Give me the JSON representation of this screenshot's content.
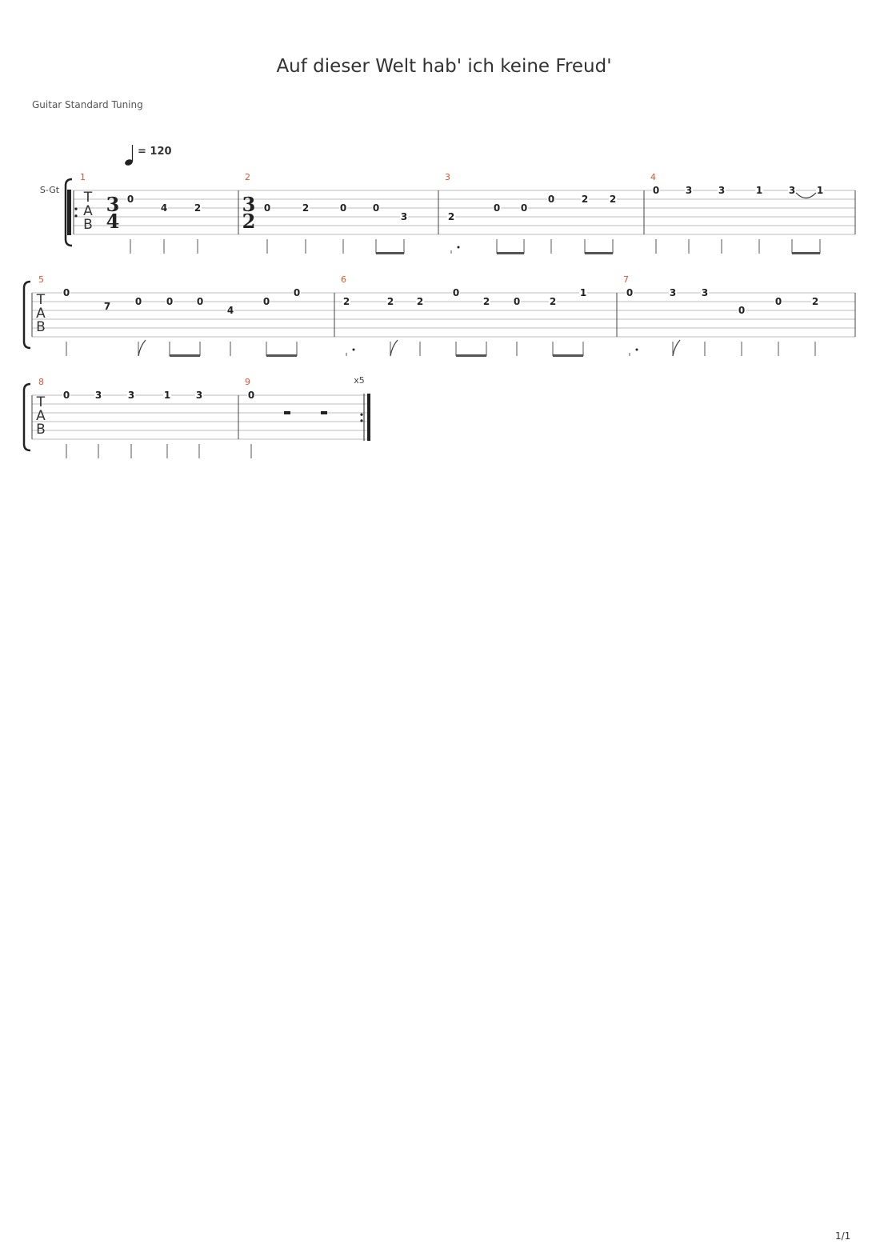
{
  "title": "Auf dieser Welt hab' ich keine Freud'",
  "tuning": "Guitar Standard Tuning",
  "page": "1/1",
  "track_label": "S-Gt",
  "tempo": {
    "symbol": "quarter-note",
    "text": "= 120"
  },
  "tab_clef": [
    "T",
    "A",
    "B"
  ],
  "repeat_count": "x5",
  "measures": [
    {
      "number": "1",
      "time_signature": [
        "3",
        "4"
      ],
      "notes": [
        {
          "fret": "0",
          "string": 2,
          "dur": "quarter"
        },
        {
          "fret": "4",
          "string": 3,
          "dur": "quarter"
        },
        {
          "fret": "2",
          "string": 3,
          "dur": "quarter"
        }
      ]
    },
    {
      "number": "2",
      "time_signature": [
        "3",
        "2"
      ],
      "notes": [
        {
          "fret": "0",
          "string": 3,
          "dur": "quarter"
        },
        {
          "fret": "2",
          "string": 3,
          "dur": "quarter"
        },
        {
          "fret": "0",
          "string": 3,
          "dur": "quarter"
        },
        {
          "fret": "0",
          "string": 3,
          "dur": "eighth",
          "beam": "start"
        },
        {
          "fret": "3",
          "string": 4,
          "dur": "eighth",
          "beam": "end"
        }
      ]
    },
    {
      "number": "3",
      "notes": [
        {
          "fret": "2",
          "string": 4,
          "dur": "quarter",
          "dotted": true
        },
        {
          "fret": "0",
          "string": 3,
          "dur": "eighth",
          "beam": "start"
        },
        {
          "fret": "0",
          "string": 3,
          "dur": "eighth",
          "beam": "end"
        },
        {
          "fret": "0",
          "string": 2,
          "dur": "quarter"
        },
        {
          "fret": "2",
          "string": 2,
          "dur": "eighth",
          "beam": "start"
        },
        {
          "fret": "2",
          "string": 2,
          "dur": "eighth",
          "beam": "end"
        }
      ]
    },
    {
      "number": "4",
      "notes": [
        {
          "fret": "0",
          "string": 1,
          "dur": "quarter"
        },
        {
          "fret": "3",
          "string": 1,
          "dur": "quarter"
        },
        {
          "fret": "3",
          "string": 1,
          "dur": "quarter"
        },
        {
          "fret": "1",
          "string": 1,
          "dur": "quarter"
        },
        {
          "fret": "3",
          "string": 1,
          "dur": "eighth",
          "beam": "start"
        },
        {
          "fret": "1",
          "string": 1,
          "dur": "eighth",
          "beam": "end",
          "slur_from_prev": true
        }
      ]
    },
    {
      "number": "5",
      "notes": [
        {
          "fret": "0",
          "string": 1,
          "dur": "quarter"
        },
        {
          "rest": "eighth"
        },
        {
          "fret": "0",
          "string": 2,
          "dur": "eighth",
          "flag": true
        },
        {
          "fret": "0",
          "string": 2,
          "dur": "eighth",
          "beam": "start"
        },
        {
          "fret": "0",
          "string": 2,
          "dur": "eighth",
          "beam": "end"
        },
        {
          "fret": "4",
          "string": 3,
          "dur": "quarter"
        },
        {
          "fret": "0",
          "string": 2,
          "dur": "eighth",
          "beam": "start"
        },
        {
          "fret": "0",
          "string": 1,
          "dur": "eighth",
          "beam": "end"
        }
      ]
    },
    {
      "number": "6",
      "notes": [
        {
          "fret": "2",
          "string": 2,
          "dur": "quarter",
          "dotted": true
        },
        {
          "fret": "2",
          "string": 2,
          "dur": "eighth",
          "flag": true
        },
        {
          "fret": "2",
          "string": 2,
          "dur": "quarter"
        },
        {
          "fret": "0",
          "string": 1,
          "dur": "eighth",
          "beam": "start"
        },
        {
          "fret": "2",
          "string": 2,
          "dur": "eighth",
          "beam": "end"
        },
        {
          "fret": "0",
          "string": 2,
          "dur": "quarter"
        },
        {
          "fret": "2",
          "string": 2,
          "dur": "eighth",
          "beam": "start"
        },
        {
          "fret": "1",
          "string": 1,
          "dur": "eighth",
          "beam": "end"
        }
      ]
    },
    {
      "number": "7",
      "notes": [
        {
          "fret": "0",
          "string": 1,
          "dur": "quarter",
          "dotted": true
        },
        {
          "fret": "3",
          "string": 1,
          "dur": "eighth",
          "flag": true
        },
        {
          "fret": "3",
          "string": 1,
          "dur": "quarter"
        },
        {
          "fret": "0",
          "string": 3,
          "dur": "quarter"
        },
        {
          "fret": "0",
          "string": 2,
          "dur": "quarter"
        },
        {
          "fret": "2",
          "string": 2,
          "dur": "quarter"
        }
      ]
    },
    {
      "number": "8",
      "notes": [
        {
          "fret": "0",
          "string": 1,
          "dur": "quarter"
        },
        {
          "fret": "3",
          "string": 1,
          "dur": "quarter"
        },
        {
          "fret": "3",
          "string": 1,
          "dur": "quarter"
        },
        {
          "fret": "1",
          "string": 1,
          "dur": "quarter"
        },
        {
          "fret": "3",
          "string": 1,
          "dur": "quarter"
        }
      ]
    },
    {
      "number": "9",
      "notes": [
        {
          "fret": "0",
          "string": 1,
          "dur": "quarter"
        },
        {
          "rest": "half"
        },
        {
          "rest": "half"
        }
      ]
    }
  ]
}
